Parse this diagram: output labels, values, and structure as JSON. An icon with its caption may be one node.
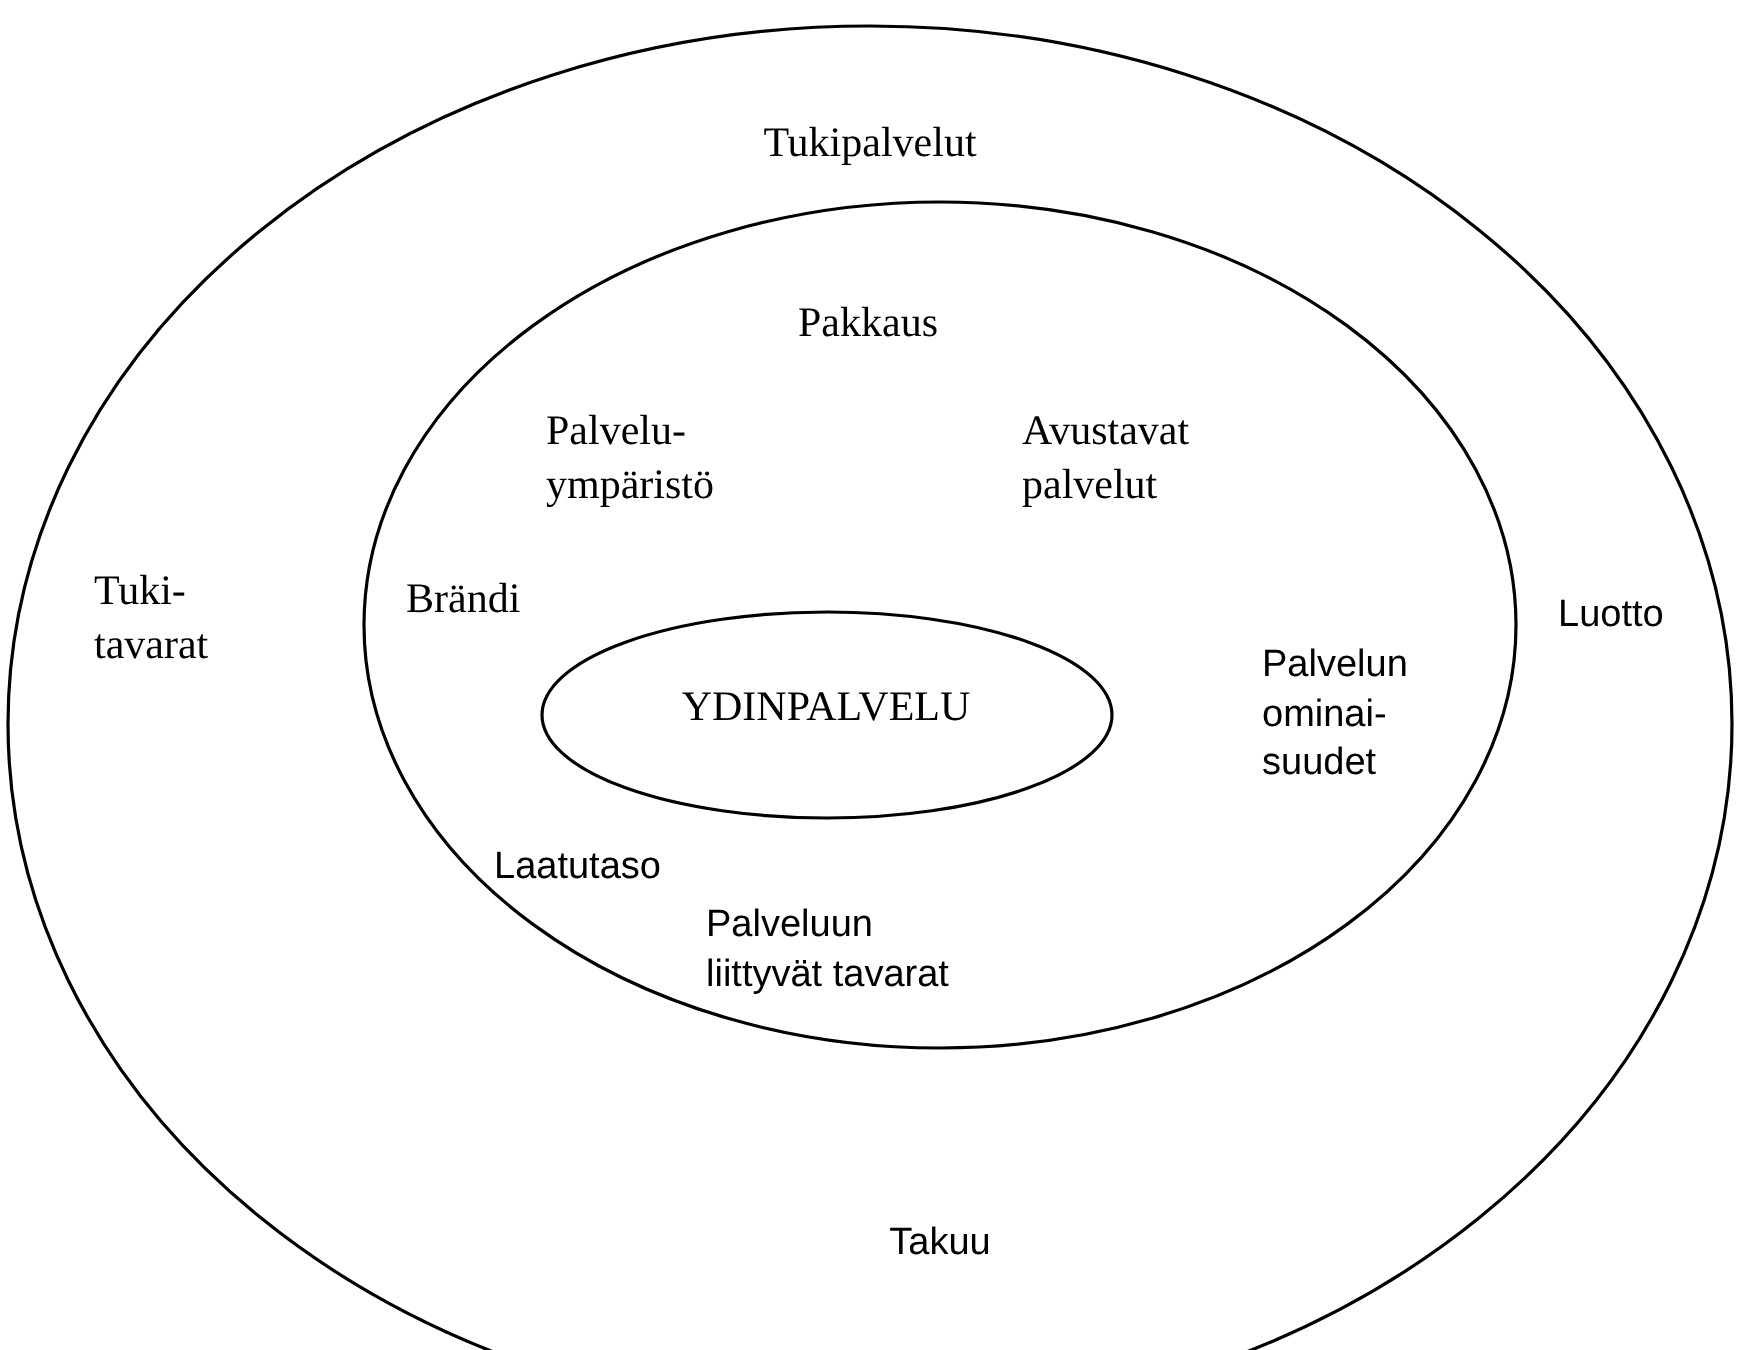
{
  "diagram": {
    "nodes": [
      {
        "text": [
          "Tukipalvelut",
          "Tuki- tavarat",
          "Luotto",
          "Takuu"
        ]
      },
      {
        "text": [
          "Pakkaus",
          "Palvelu- ympäristö",
          "Avustavat palvelut",
          "Brändi",
          "Palvelun ominai- suudet",
          "Laatutaso",
          "Palveluun liittyvät tavarat"
        ],
        "in": 0
      },
      {
        "text": [
          "YDINPALVELU"
        ],
        "in": 1
      }
    ],
    "edges": []
  }
}
